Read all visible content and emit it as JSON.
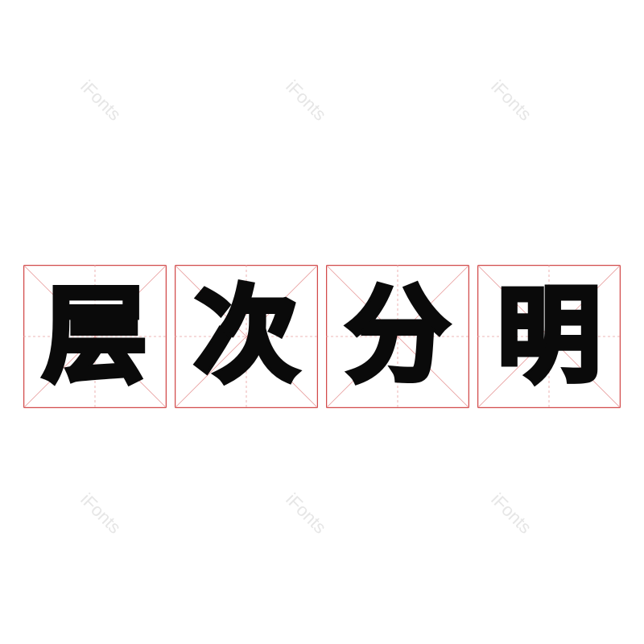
{
  "watermark": "iFonts",
  "characters": [
    "层",
    "次",
    "分",
    "明"
  ],
  "colors": {
    "grid_border": "#d24a4a",
    "grid_guides": "#e8a0a0",
    "glyph": "#0a0a0a",
    "watermark": "#e6e6e6"
  }
}
